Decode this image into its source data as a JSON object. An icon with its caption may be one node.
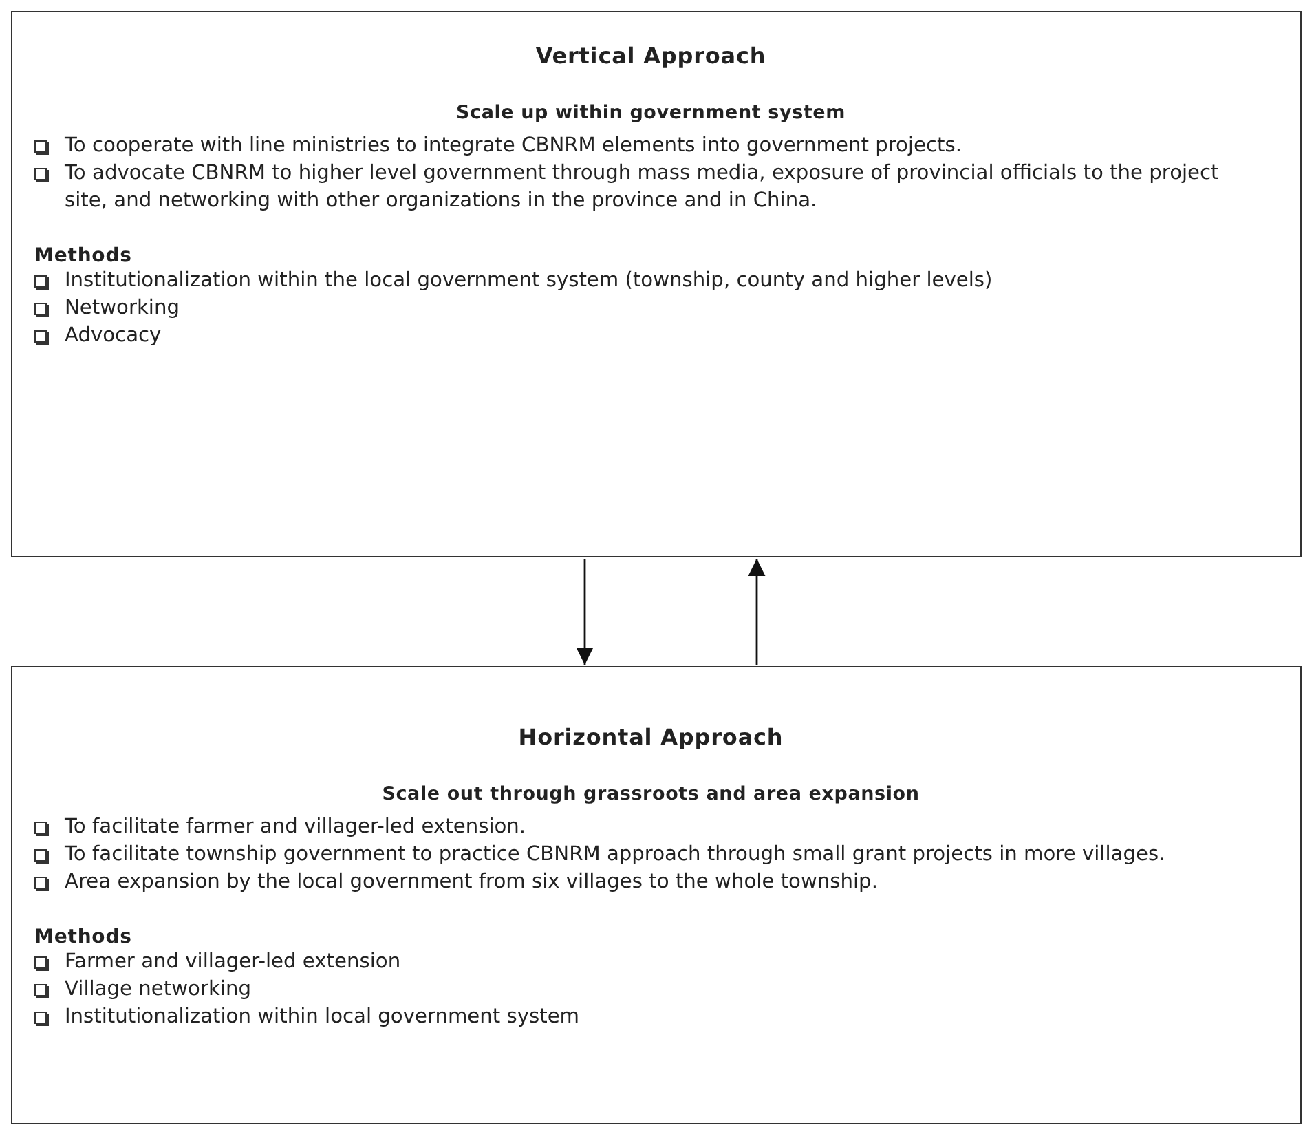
{
  "diagram": {
    "nodes": [
      {
        "text": [
          "Vertical Approach",
          "Scale up within government system",
          "To cooperate with line ministries to integrate CBNRM elements into government projects.",
          "To advocate CBNRM to higher level government through mass media, exposure of provincial officials to the project site, and networking with other organizations in the province and in China.",
          "Methods",
          "Institutionalization within the local government system (township, county and higher levels)",
          "Networking",
          "Advocacy"
        ]
      },
      {
        "text": [
          "Horizontal Approach",
          "Scale out through grassroots and area expansion",
          "To facilitate farmer and villager-led extension.",
          "To facilitate township government to practice CBNRM approach through small grant projects in more villages.",
          "Area expansion by the local government from six villages to the whole township.",
          "Methods",
          "Farmer and villager-led extension",
          "Village networking",
          "Institutionalization within local government system"
        ]
      }
    ],
    "edges": [
      {
        "from": 0,
        "to": 1,
        "arrow": "to"
      },
      {
        "from": 1,
        "to": 0,
        "arrow": "to"
      }
    ]
  }
}
